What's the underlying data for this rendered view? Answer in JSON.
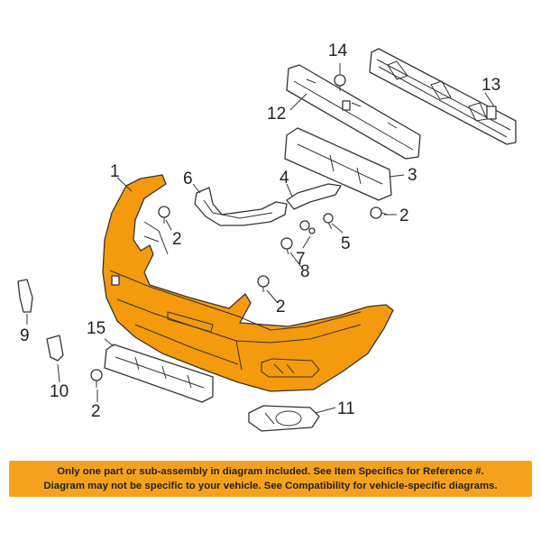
{
  "callouts": {
    "c1": "1",
    "c2a": "2",
    "c2b": "2",
    "c2c": "2",
    "c2d": "2",
    "c3": "3",
    "c4": "4",
    "c5": "5",
    "c6": "6",
    "c7": "7",
    "c8": "8",
    "c9": "9",
    "c10": "10",
    "c11": "11",
    "c12": "12",
    "c13": "13",
    "c14": "14",
    "c15": "15"
  },
  "notice": {
    "line1": "Only one part or sub-assembly in diagram included. See Item Specifics for Reference #.",
    "line2": "Diagram may not be specific to your vehicle. See Compatibility for vehicle-specific diagrams."
  },
  "colors": {
    "bumper_fill": "#f59a0c",
    "banner_bg": "#f5a11e",
    "line": "#333333"
  }
}
